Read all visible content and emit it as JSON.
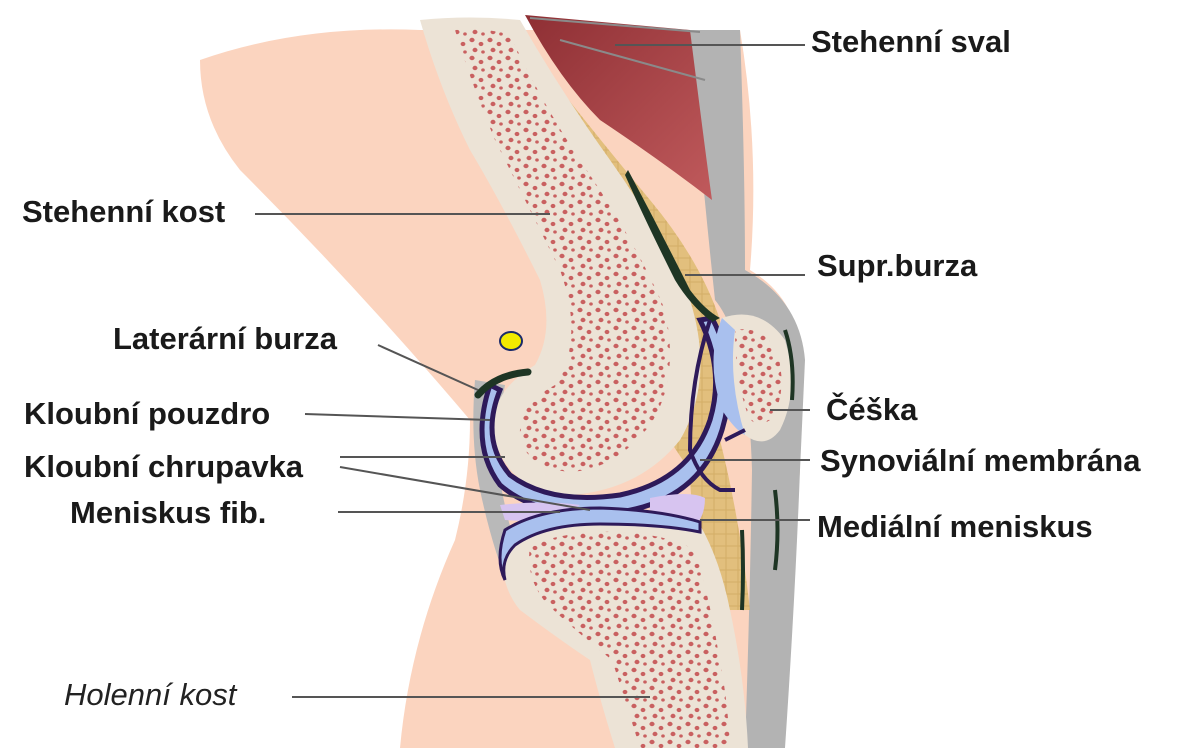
{
  "labels": {
    "thigh_muscle": "Stehenní sval",
    "femur": "Stehenní kost",
    "suprapatellar_bursa": "Supr.burza",
    "lateral_bursa": "Laterární burza",
    "joint_capsule": "Kloubní pouzdro",
    "articular_cartilage": "Kloubní chrupavka",
    "meniscus_fib": "Meniskus fib.",
    "patella": "Čéška",
    "synovial_membrane": "Synoviální membrána",
    "medial_meniscus": "Mediální meniskus",
    "tibia": "Holenní kost"
  },
  "colors": {
    "skin": "#fbd4bf",
    "bone_outer": "#ece3d6",
    "bone_spots": "#c96060",
    "cartilage": "#a9c0ee",
    "meniscus": "#d7c4f0",
    "fat_pad": "#e2bf7d",
    "muscle": "#a33c40",
    "tendon": "#b3b3b3",
    "synovium": "#2e1a5a",
    "bursa": "#1e3524",
    "marker": "#f2ea00"
  }
}
